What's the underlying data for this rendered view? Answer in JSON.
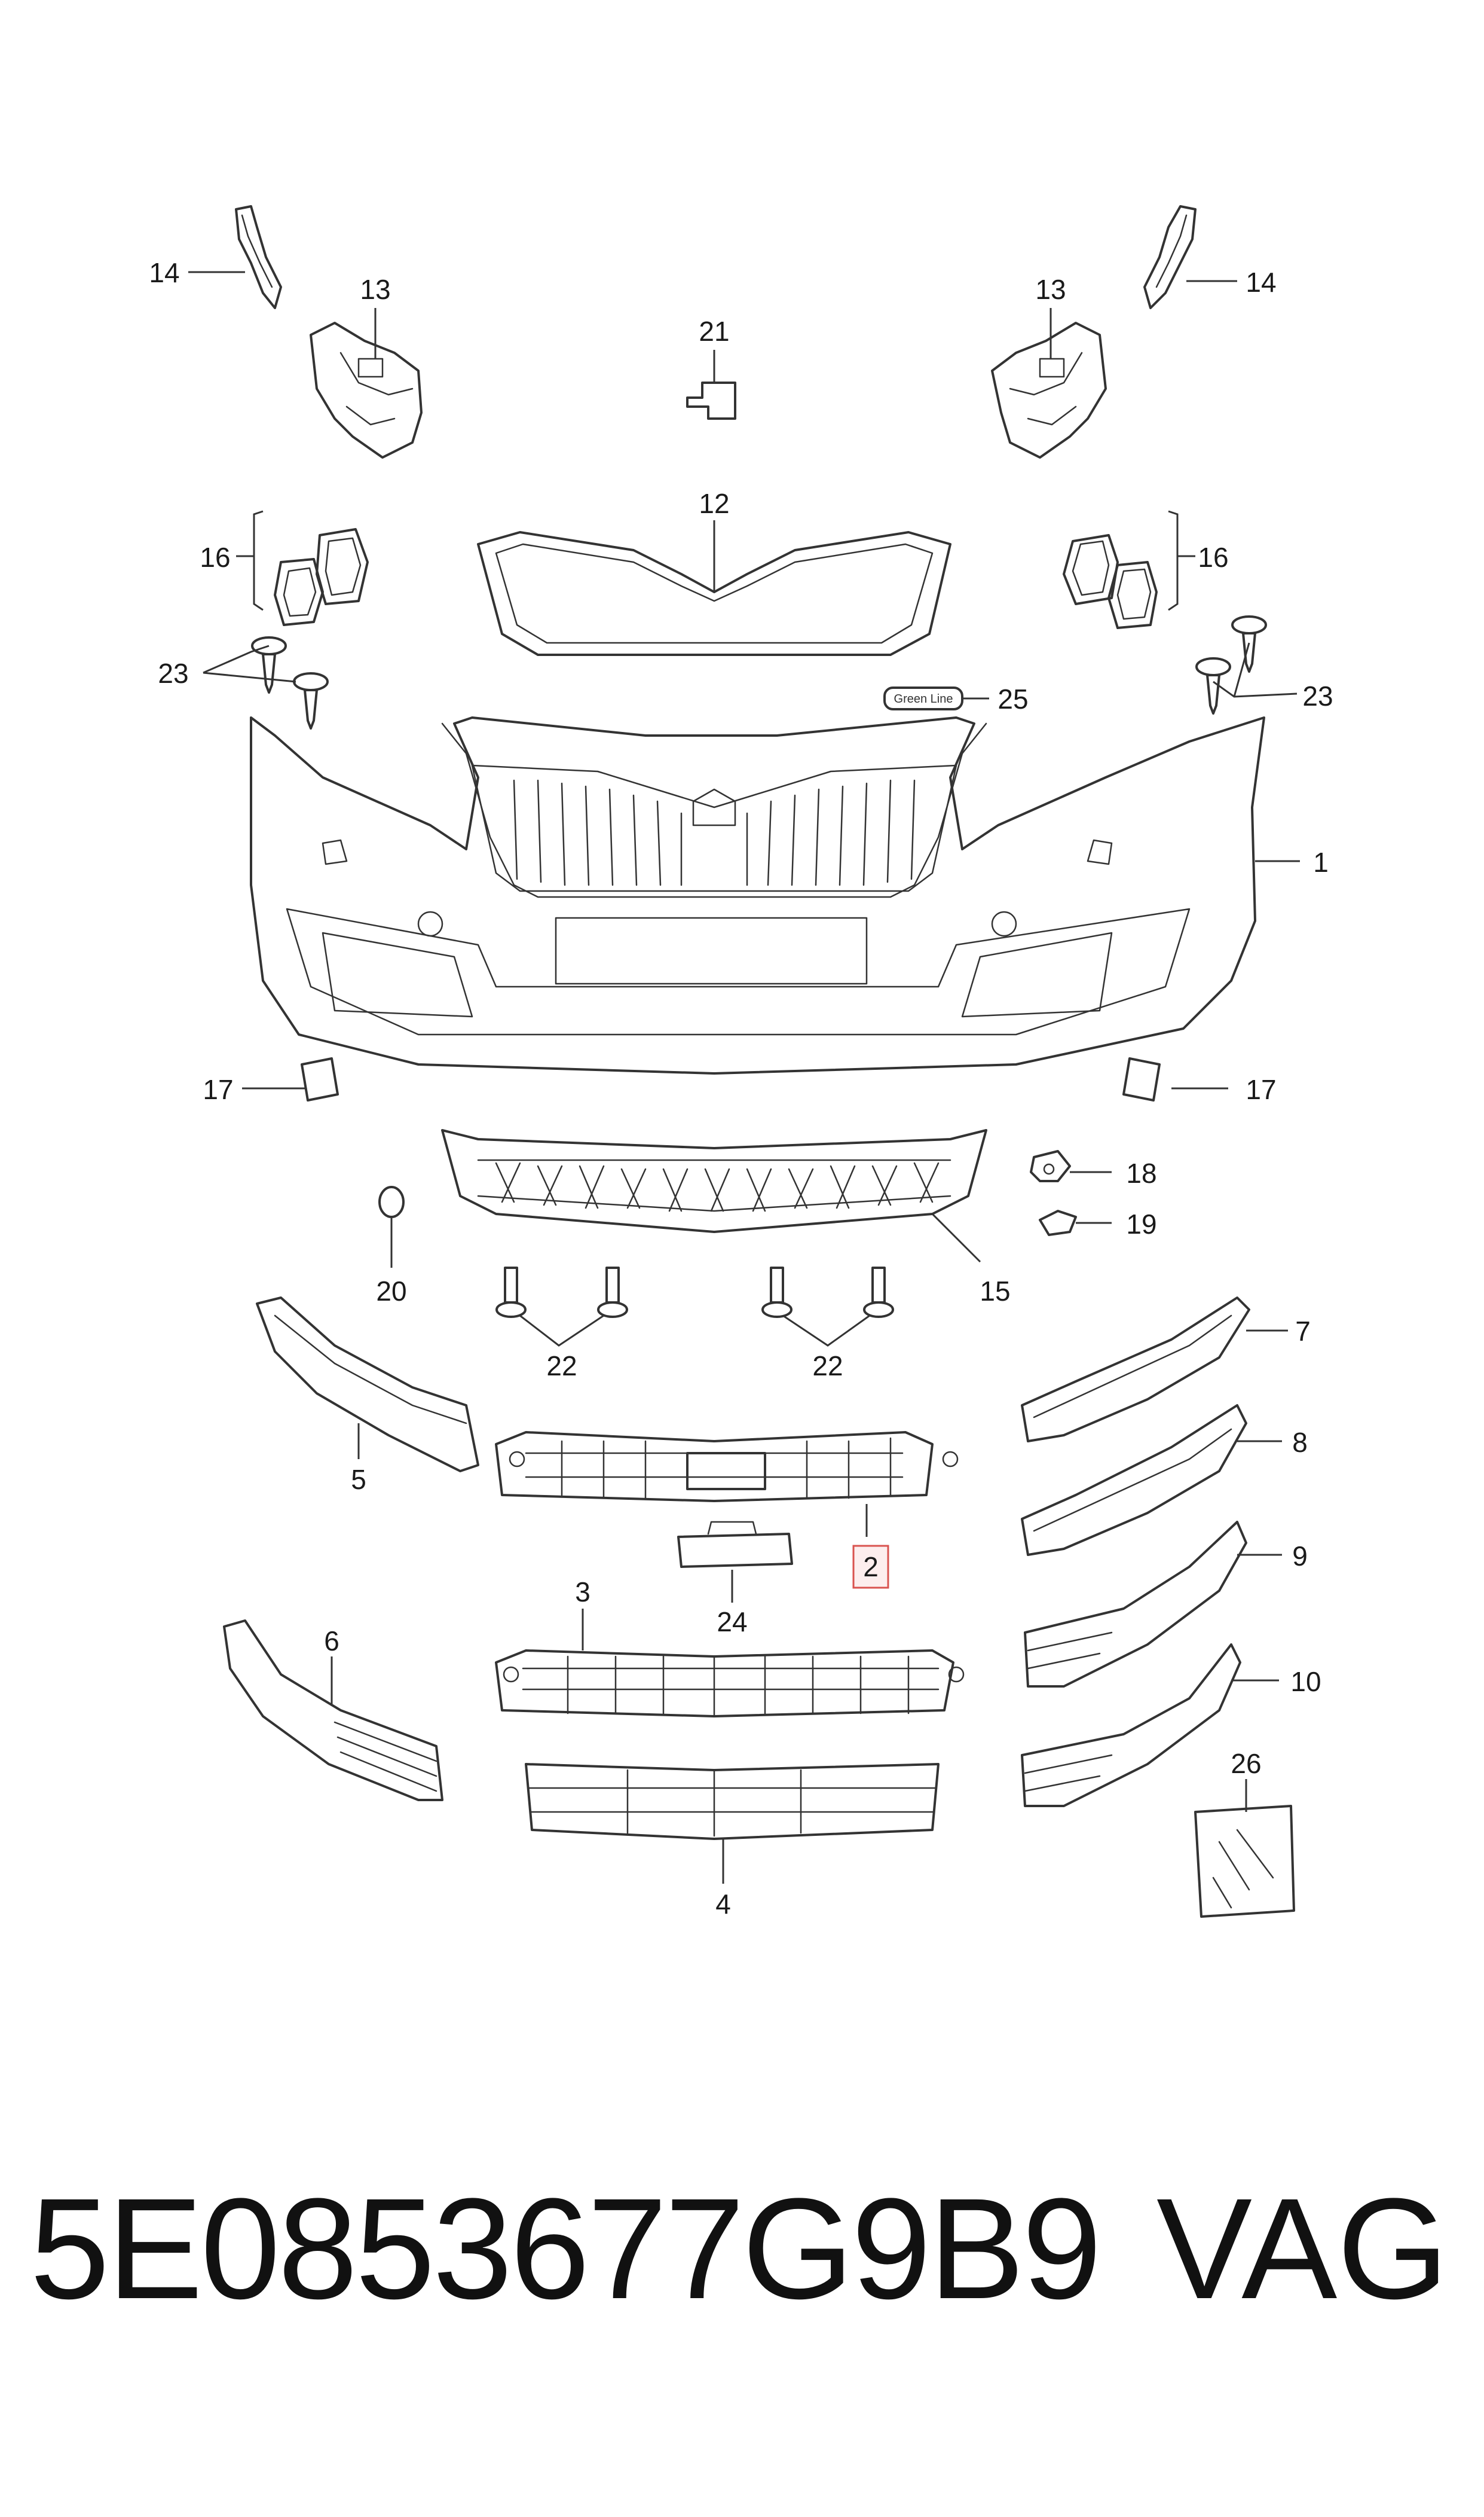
{
  "labels": {
    "p1": "1",
    "p2": "2",
    "p3": "3",
    "p4": "4",
    "p5": "5",
    "p6": "6",
    "p7": "7",
    "p8": "8",
    "p9": "9",
    "p10": "10",
    "p12": "12",
    "p13a": "13",
    "p13b": "13",
    "p14a": "14",
    "p14b": "14",
    "p15": "15",
    "p16a": "16",
    "p16b": "16",
    "p17a": "17",
    "p17b": "17",
    "p18": "18",
    "p19": "19",
    "p20": "20",
    "p21": "21",
    "p22a": "22",
    "p22b": "22",
    "p23a": "23",
    "p23b": "23",
    "p24": "24",
    "p25": "25",
    "p26": "26"
  },
  "badge": {
    "text": "Green Line"
  },
  "footer": {
    "part_code": "5E0853677G9B9",
    "brand": "VAG"
  }
}
